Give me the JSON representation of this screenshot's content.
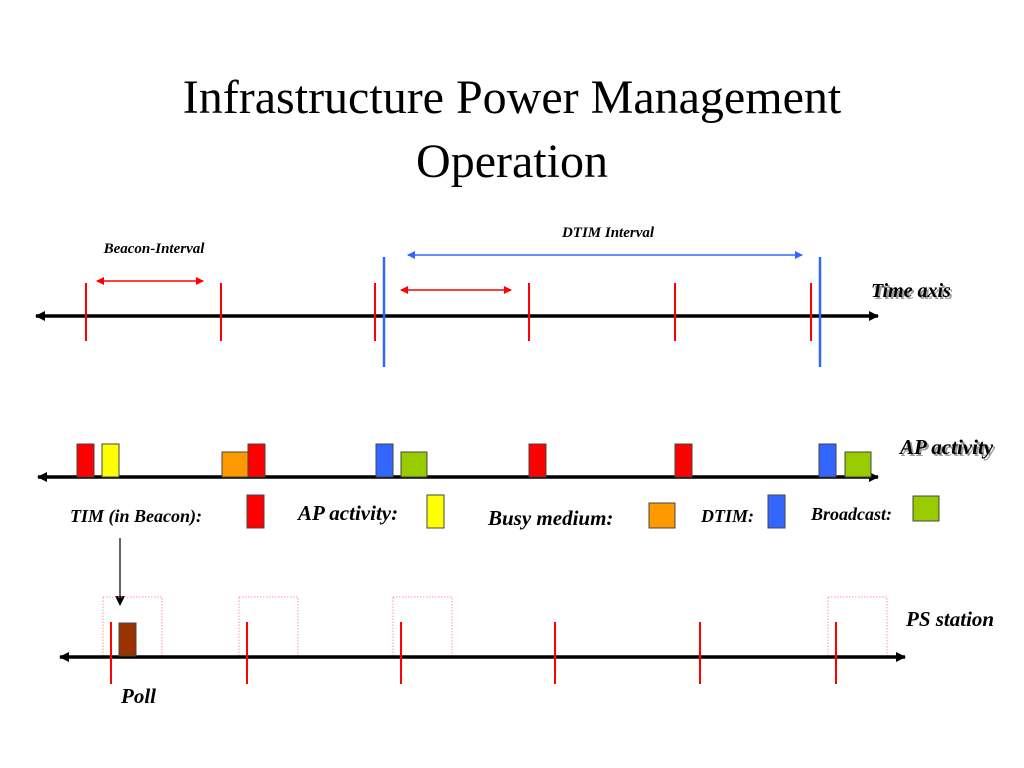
{
  "title": {
    "line1": "Infrastructure Power Management",
    "line2": "Operation"
  },
  "labels": {
    "beacon_interval": "Beacon-Interval",
    "dtim_interval": "DTIM Interval",
    "time_axis": "Time axis",
    "ap_activity_row": "AP activity",
    "ps_station": "PS station",
    "poll": "Poll"
  },
  "legend": [
    {
      "label": "TIM (in Beacon):",
      "color": "#ff0000"
    },
    {
      "label": "AP activity:",
      "color": "#ffff00"
    },
    {
      "label": "Busy medium:",
      "color": "#ff9900"
    },
    {
      "label": "DTIM:",
      "color": "#3366ff"
    },
    {
      "label": "Broadcast:",
      "color": "#99cc00"
    }
  ],
  "colors": {
    "tim": "#ff0000",
    "dtim": "#3366ff",
    "ap_activity": "#ffff00",
    "busy_medium": "#ff9900",
    "broadcast": "#99cc00",
    "poll": "#993300",
    "axis": "#000000"
  }
}
